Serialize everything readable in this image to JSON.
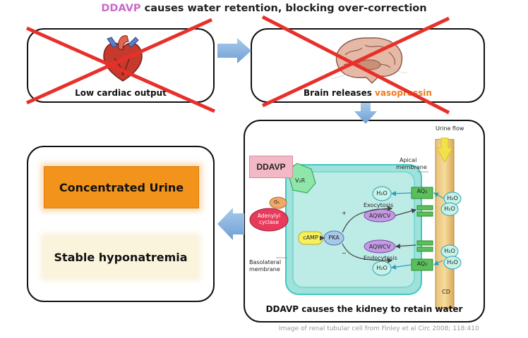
{
  "title": {
    "highlight": "DDAVP",
    "rest": " causes water retention, blocking over-correction"
  },
  "box1": {
    "label": "Low cardiac output"
  },
  "box2": {
    "label_prefix": "Brain releases ",
    "label_highlight": "vasopressin"
  },
  "box3": {
    "label": "DDAVP causes the kidney to retain water"
  },
  "outcomes": {
    "urine": "Concentrated Urine",
    "hyponatremia": "Stable hyponatremia"
  },
  "cell": {
    "ddavp": "DDAVP",
    "v2r": "V₂R",
    "gs": "Gₛ",
    "adenylyl": [
      "Adenylyl",
      "cyclase"
    ],
    "camp": "cAMP",
    "pka": "PKA",
    "exocytosis": "Exocytosis",
    "endocytosis": "Endocytosis",
    "aqwcv1": "AQWCV",
    "aqwcv2": "AQWCV",
    "aq2_top": "AQ₂",
    "aq2_bottom": "AQ₂",
    "h2o": "H₂O",
    "plus": "+",
    "minus": "−",
    "apical": [
      "Apical",
      "membrane"
    ],
    "basolateral": [
      "Basolateral",
      "membrane"
    ],
    "urine_flow": "Urine flow",
    "cd": "CD"
  },
  "caption": "Image of renal tubular cell from Finley et al Circ 2008; 118:410",
  "colors": {
    "arrow_blue": "#8cb6e0",
    "cross_red": "#e8302a",
    "orange": "#f2931b",
    "pink": "#c86bc8",
    "cell_teal": "#3fc7c0"
  }
}
